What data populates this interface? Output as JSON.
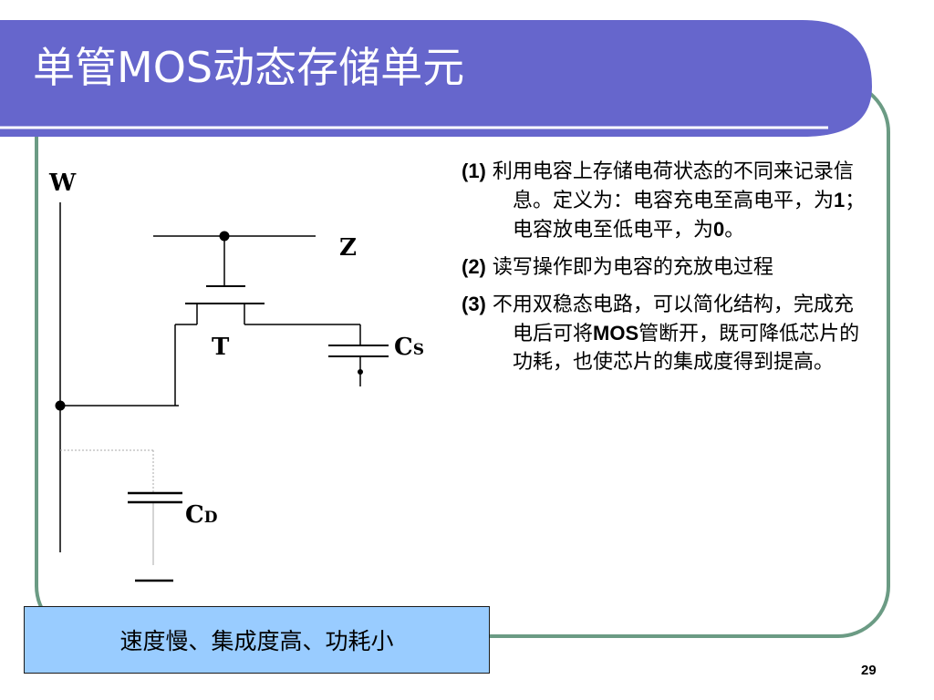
{
  "slide": {
    "title": "单管MOS动态存储单元",
    "page_number": "29"
  },
  "circuit": {
    "labels": {
      "word_line": "W",
      "select_line": "Z",
      "transistor": "T",
      "cs_main": "C",
      "cs_sub": "S",
      "cd_main": "C",
      "cd_sub": "D"
    }
  },
  "points": [
    {
      "num": "(1)",
      "text_a": " 利用电容上存储电荷状态的不同来记录信息。定义为：电容充电至高电平，为",
      "b1": "1",
      "text_b": "；电容放电至低电平，为",
      "b2": "0",
      "text_c": "。"
    },
    {
      "num": "(2)",
      "text": " 读写操作即为电容的充放电过程"
    },
    {
      "num": "(3)",
      "text_a": " 不用双稳态电路，可以简化结构，完成充电后可将",
      "b1": "MOS",
      "text_b": "管断开，既可降低芯片的功耗，也使芯片的集成度得到提高。"
    }
  ],
  "summary": "速度慢、集成度高、功耗小",
  "colors": {
    "banner": "#6666cc",
    "frame_border": "#6b9b84",
    "summary_bg": "#99ccff"
  }
}
